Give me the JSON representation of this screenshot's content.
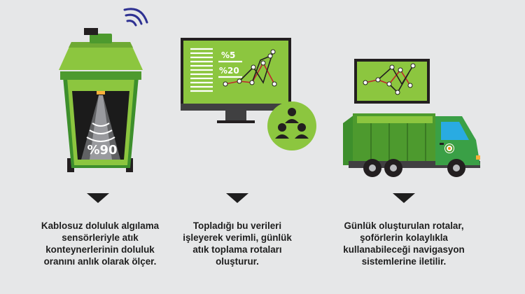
{
  "bin": {
    "fill_label": "%90"
  },
  "monitor": {
    "label_top": "%5",
    "label_bottom": "%20"
  },
  "captions": [
    {
      "lines": [
        "Kablosuz doluluk algılama",
        "sensörleriyle atık",
        "konteynerlerinin doluluk",
        "oranını anlık olarak ölçer."
      ]
    },
    {
      "lines": [
        "Topladığı bu verileri",
        "işleyerek verimli, günlük",
        "atık toplama rotaları",
        "oluşturur."
      ]
    },
    {
      "lines": [
        "Günlük oluşturulan rotalar,",
        "şoförlerin kolaylıkla",
        "kullanabileceği navigasyon",
        "sistemlerine iletilir."
      ]
    }
  ],
  "colors": {
    "background": "#e6e7e8",
    "green": "#8cc63f",
    "dark_green": "#4d9a2e",
    "dark": "#231f20",
    "red": "#c1272d"
  },
  "icons": [
    "wifi-icon",
    "people-group-icon",
    "recycle-logo-icon"
  ]
}
